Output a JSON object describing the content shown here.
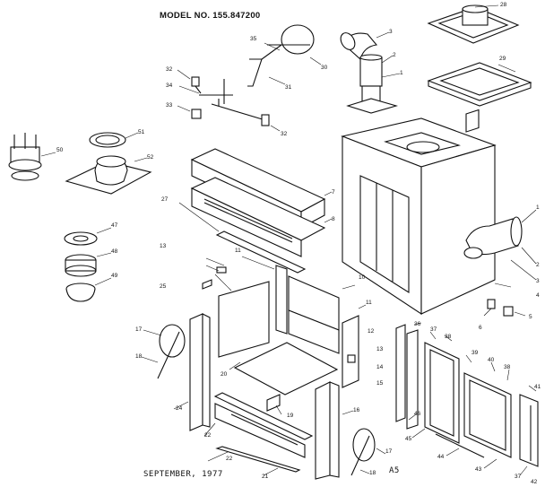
{
  "header": {
    "model": "MODEL NO. 155.847200"
  },
  "footer": {
    "date": "SEPTEMBER, 1977",
    "code": "A5"
  },
  "callouts": [
    "28",
    "35",
    "30",
    "3",
    "2",
    "1",
    "29",
    "32",
    "34",
    "31",
    "33",
    "32",
    "51",
    "50",
    "52",
    "7",
    "8",
    "27",
    "47",
    "48",
    "49",
    "1",
    "2",
    "3",
    "4",
    "5",
    "6",
    "13",
    "11",
    "10",
    "12",
    "13",
    "14",
    "15",
    "11",
    "36",
    "37",
    "38",
    "39",
    "40",
    "38",
    "41",
    "25",
    "17",
    "18",
    "24",
    "22",
    "19",
    "20",
    "22",
    "21",
    "16",
    "17",
    "18",
    "46",
    "45",
    "44",
    "43",
    "37",
    "42"
  ]
}
